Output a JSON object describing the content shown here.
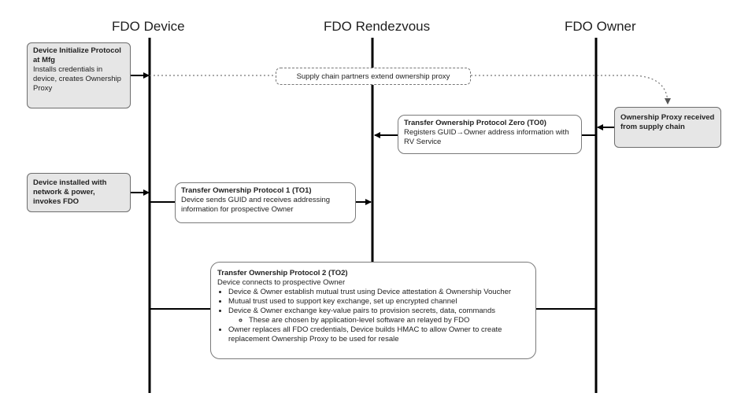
{
  "headers": {
    "device": "FDO Device",
    "rendezvous": "FDO Rendezvous",
    "owner": "FDO Owner"
  },
  "mfg_box": {
    "title": "Device Initialize Protocol at Mfg",
    "body": "Installs credentials in device, creates Ownership Proxy"
  },
  "supply_chain_label": "Supply chain partners extend ownership proxy",
  "proxy_box": {
    "title": "Ownership Proxy received from supply chain"
  },
  "to0": {
    "title": "Transfer Ownership Protocol Zero (TO0)",
    "line1": "Registers GUID",
    "arrow": "→",
    "line1b": "Owner address information with RV Service"
  },
  "install_box": {
    "title": "Device installed with network & power, invokes FDO"
  },
  "to1": {
    "title": "Transfer Ownership Protocol 1 (TO1)",
    "body": "Device sends GUID and receives addressing information for prospective Owner"
  },
  "to2": {
    "title": "Transfer Ownership Protocol 2 (TO2)",
    "intro": "Device connects to prospective Owner",
    "b1": "Device & Owner establish mutual trust using Device attestation & Ownership Voucher",
    "b2": "Mutual trust used to support key exchange, set up encrypted channel",
    "b3": "Device & Owner exchange key-value pairs to provision secrets, data, commands",
    "b3sub": "These are chosen by application-level software an relayed by FDO",
    "b4": "Owner replaces all FDO credentials, Device builds HMAC to allow Owner to create replacement Ownership Proxy to be used for resale"
  },
  "colors": {
    "line": "#000000",
    "gray_box": "#e6e6e6",
    "border": "#7a7a7a"
  }
}
